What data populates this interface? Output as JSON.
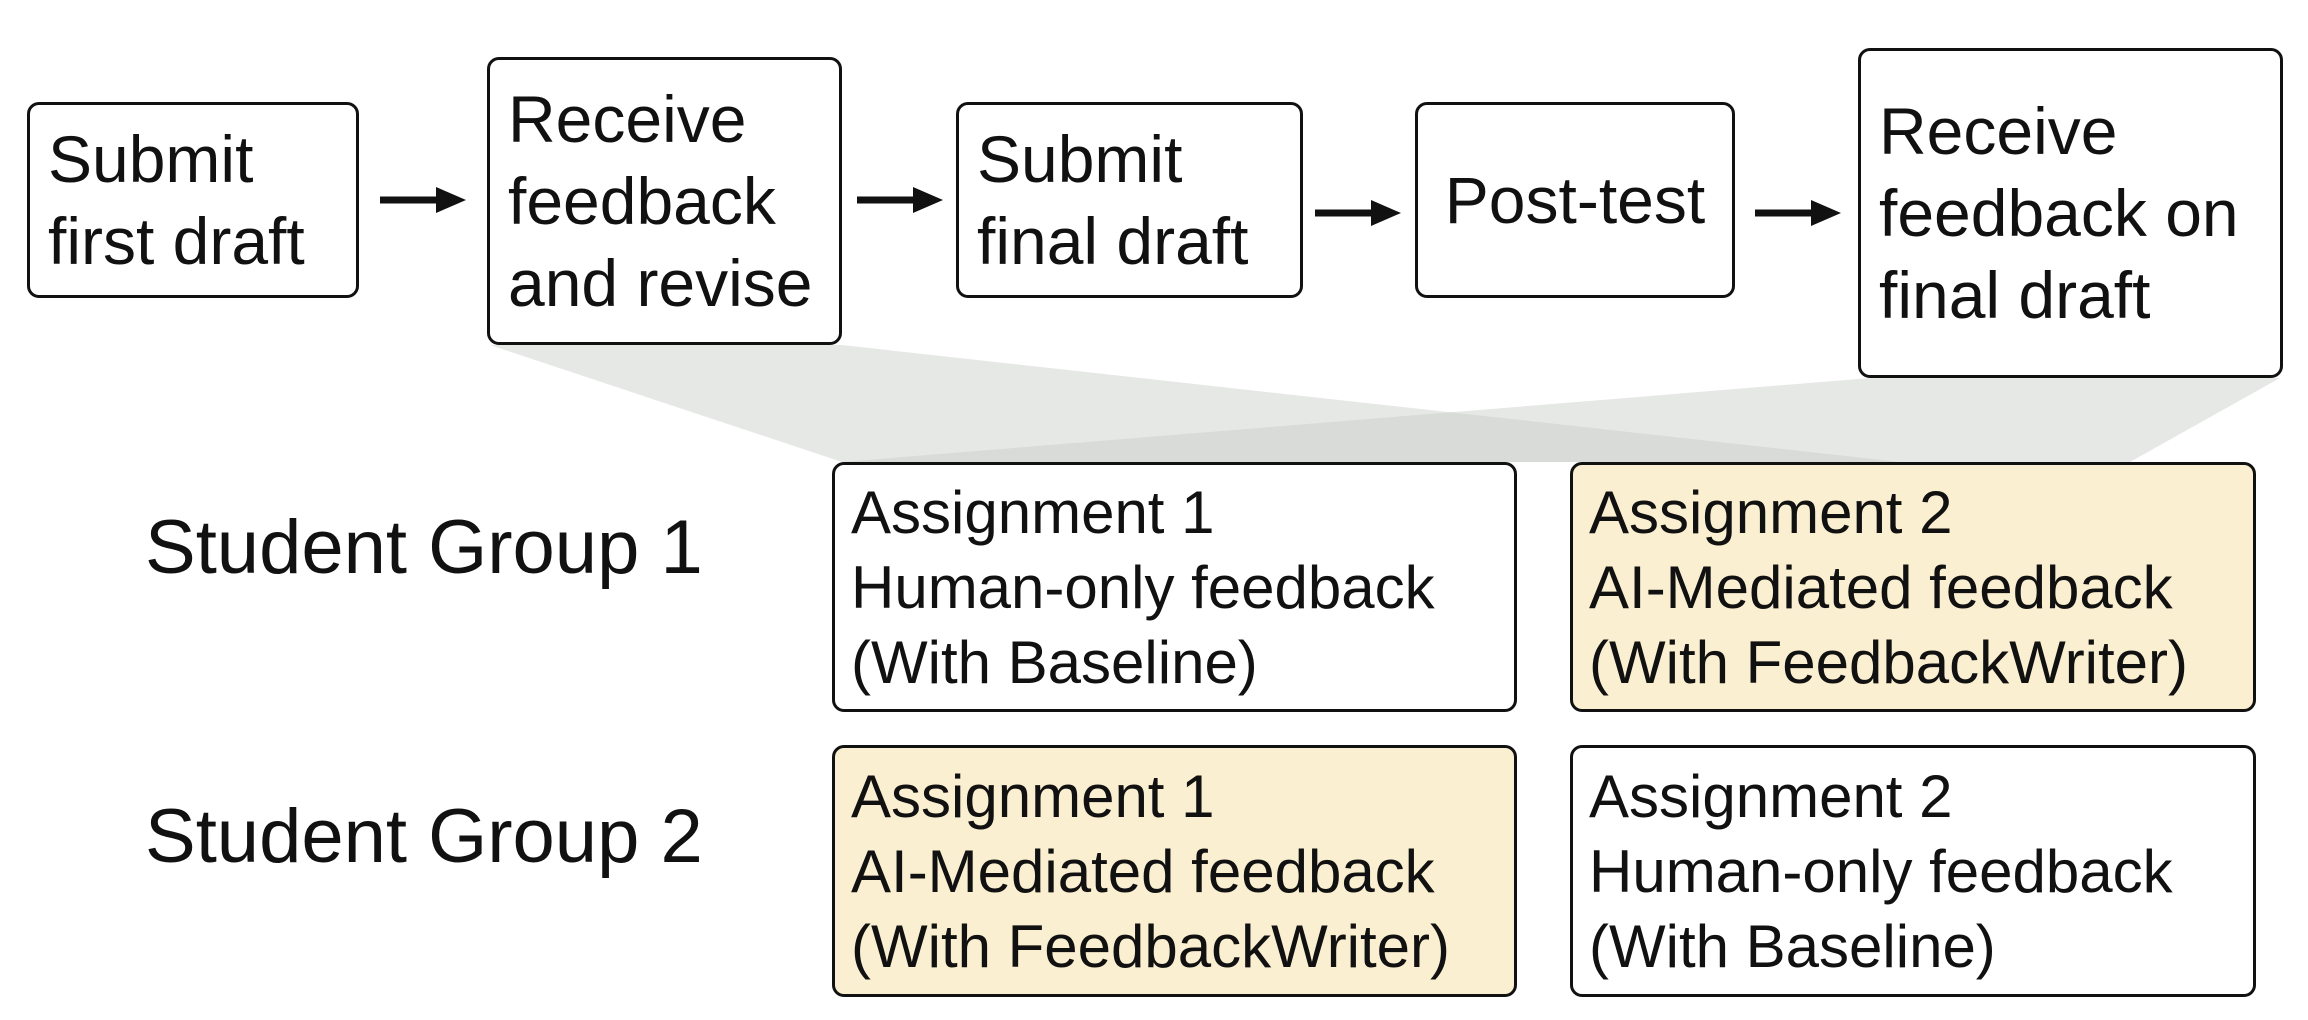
{
  "flow": {
    "steps": [
      {
        "lines": [
          "Submit",
          "first draft"
        ]
      },
      {
        "lines": [
          "Receive",
          "feedback",
          "and revise"
        ]
      },
      {
        "lines": [
          "Submit",
          "final draft"
        ]
      },
      {
        "lines": [
          "Post-test"
        ]
      },
      {
        "lines": [
          "Receive",
          "feedback on",
          "final draft"
        ]
      }
    ]
  },
  "groups": [
    {
      "label": "Student Group 1",
      "assignments": [
        {
          "lines": [
            "Assignment 1",
            "Human-only feedback",
            "(With Baseline)"
          ],
          "highlighted": false
        },
        {
          "lines": [
            "Assignment 2",
            "AI-Mediated feedback",
            "(With FeedbackWriter)"
          ],
          "highlighted": true
        }
      ]
    },
    {
      "label": "Student Group 2",
      "assignments": [
        {
          "lines": [
            "Assignment 1",
            "AI-Mediated feedback",
            "(With FeedbackWriter)"
          ],
          "highlighted": true
        },
        {
          "lines": [
            "Assignment 2",
            "Human-only feedback",
            "(With Baseline)"
          ],
          "highlighted": false
        }
      ]
    }
  ],
  "colors": {
    "highlight_fill": "#fbefd1",
    "projection_fill": "#c8ccc8"
  }
}
